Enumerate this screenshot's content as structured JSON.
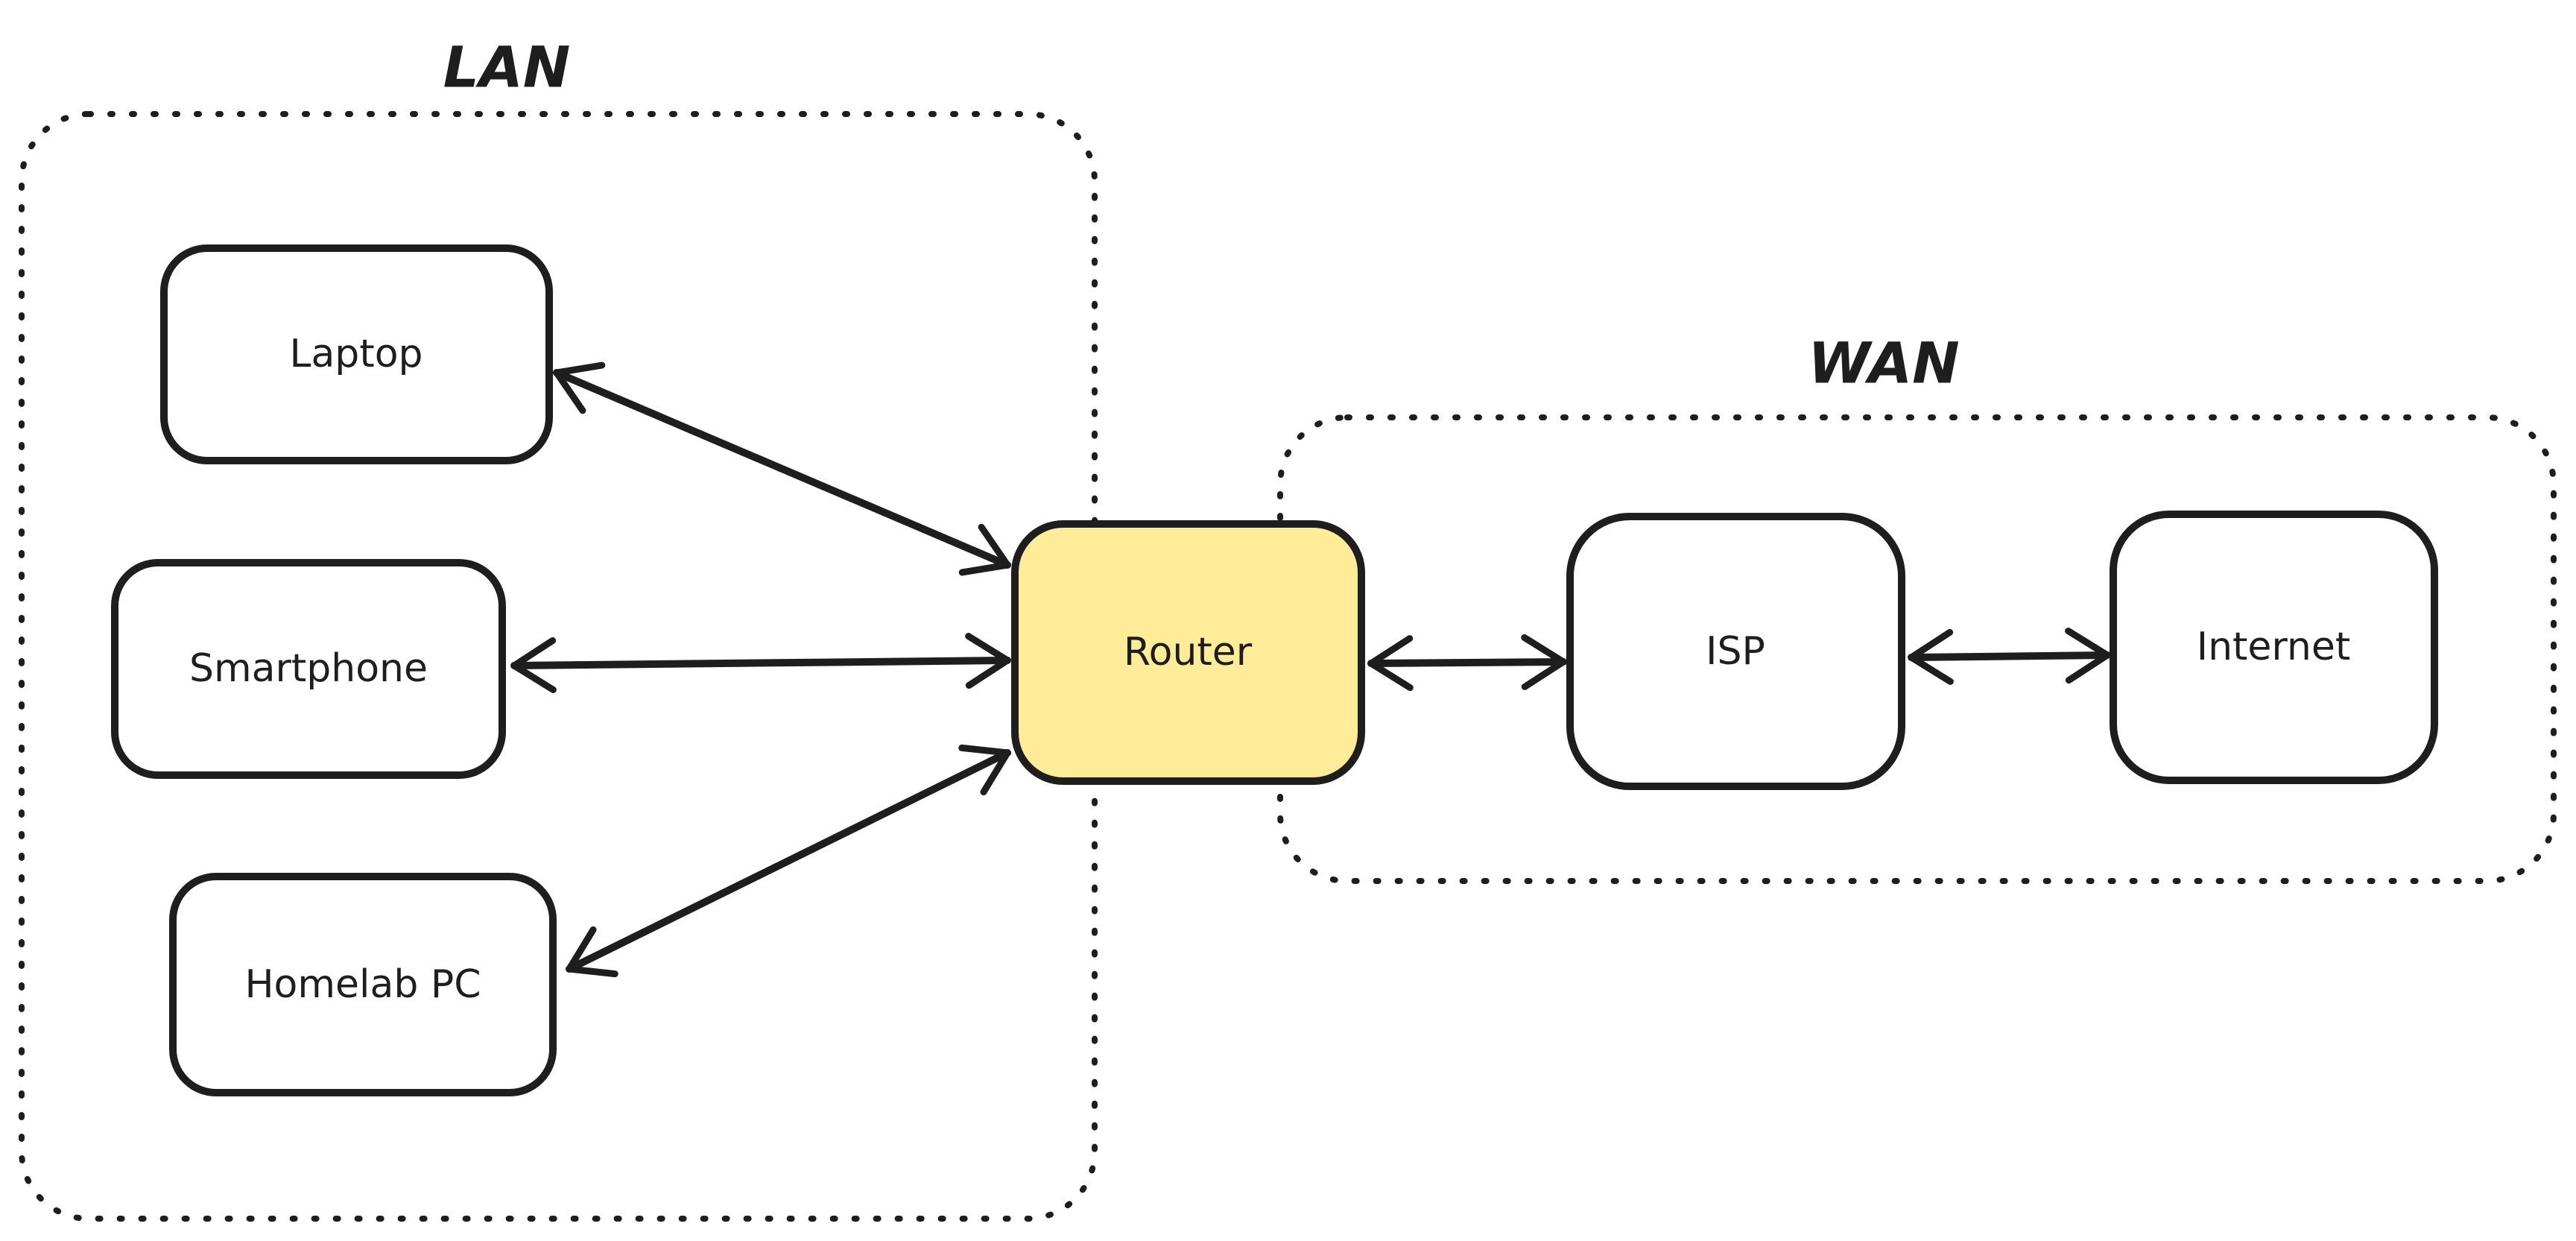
{
  "diagram": {
    "type": "network-topology-sketch",
    "background_color": "#ffffff",
    "stroke_color": "#1e1e1e",
    "groups": [
      {
        "id": "lan",
        "label": "LAN",
        "border_style": "dotted"
      },
      {
        "id": "wan",
        "label": "WAN",
        "border_style": "dotted"
      }
    ],
    "nodes": [
      {
        "id": "laptop",
        "label": "Laptop",
        "group": "LAN",
        "fill": "#ffffff"
      },
      {
        "id": "smartphone",
        "label": "Smartphone",
        "group": "LAN",
        "fill": "#ffffff"
      },
      {
        "id": "homelab-pc",
        "label": "Homelab PC",
        "group": "LAN",
        "fill": "#ffffff"
      },
      {
        "id": "router",
        "label": "Router",
        "group": "LAN/WAN boundary",
        "fill": "#ffec99"
      },
      {
        "id": "isp",
        "label": "ISP",
        "group": "WAN",
        "fill": "#ffffff"
      },
      {
        "id": "internet",
        "label": "Internet",
        "group": "WAN",
        "fill": "#ffffff"
      }
    ],
    "edges": [
      {
        "from": "Laptop",
        "to": "Router",
        "arrows": "bidirectional"
      },
      {
        "from": "Smartphone",
        "to": "Router",
        "arrows": "bidirectional"
      },
      {
        "from": "Homelab PC",
        "to": "Router",
        "arrows": "bidirectional"
      },
      {
        "from": "Router",
        "to": "ISP",
        "arrows": "bidirectional"
      },
      {
        "from": "ISP",
        "to": "Internet",
        "arrows": "bidirectional"
      }
    ]
  }
}
